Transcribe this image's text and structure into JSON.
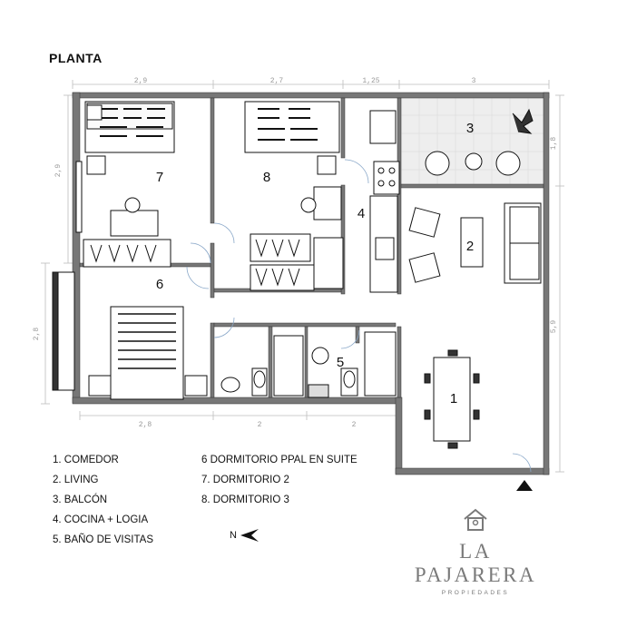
{
  "title": "PLANTA",
  "dimensions": {
    "top": [
      "2,9",
      "2,7",
      "1,25",
      "3"
    ],
    "bottom": [
      "2,8",
      "2",
      "2"
    ],
    "left": [
      "2,9",
      "2,8"
    ],
    "right": [
      "1,8",
      "5,9"
    ]
  },
  "room_numbers": [
    "1",
    "2",
    "3",
    "4",
    "5",
    "6",
    "7",
    "8"
  ],
  "legend": [
    "1. COMEDOR",
    "2. LIVING",
    "3. BALCÓN",
    "4. COCINA + LOGIA",
    "5. BAÑO DE VISITAS",
    "6 DORMITORIO PPAL EN SUITE",
    "7. DORMITORIO 2",
    "8. DORMITORIO 3"
  ],
  "north_label": "N",
  "brand": {
    "name": "LA PAJARERA",
    "tagline": "PROPIEDADES",
    "color": "#7a7a7a"
  },
  "colors": {
    "wall": "#777777",
    "ink": "#111111",
    "balcony": "#eeeeee",
    "dim": "#9a9a9a"
  }
}
